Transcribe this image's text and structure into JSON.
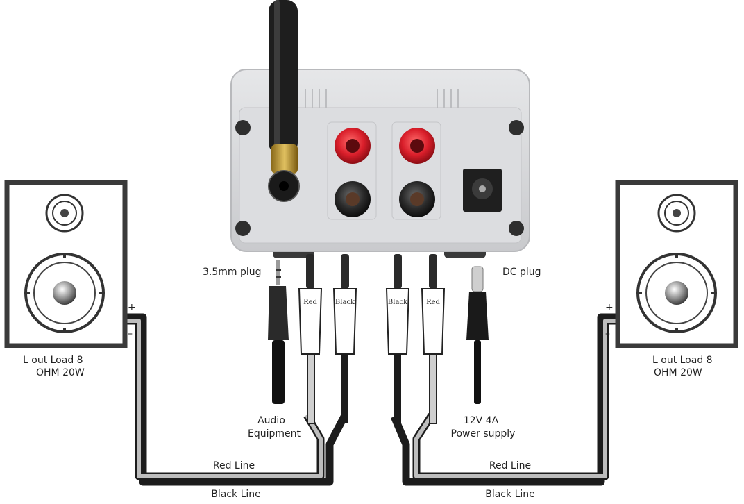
{
  "labels": {
    "plug_35": "3.5mm plug",
    "dc_plug": "DC plug",
    "audio_line1": "Audio",
    "audio_line2": "Equipment",
    "power_line1": "12V 4A",
    "power_line2": "Power supply",
    "red_line_left": "Red Line",
    "black_line_left": "Black Line",
    "red_line_right": "Red Line",
    "black_line_right": "Black Line",
    "left_speaker_line1": "L  out Load 8",
    "left_speaker_line2": "OHM 20W",
    "right_speaker_line1": "L  out Load 8",
    "right_speaker_line2": "OHM 20W",
    "plus_left": "+",
    "minus_left": "–",
    "plus_right": "+",
    "minus_right": "–"
  },
  "plugs": {
    "red_1": "Red",
    "black_1": "Black",
    "black_2": "Black",
    "red_2": "Red"
  },
  "colors": {
    "terminal_red": "#d91e2a",
    "terminal_black": "#2a2a2a",
    "wire_black": "#1c1c1c",
    "wire_grey": "#b8b8b8",
    "amp_body": "#d9dadc"
  }
}
